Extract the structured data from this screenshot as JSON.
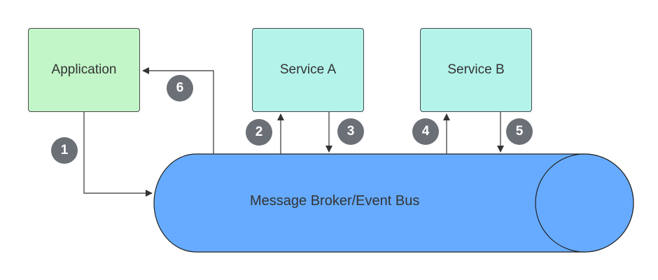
{
  "colors": {
    "application_fill": "#c2f5c8",
    "service_fill": "#b3f3ea",
    "broker_fill": "#66abff",
    "badge_fill": "#6b6f76",
    "line": "#333333"
  },
  "nodes": {
    "application": {
      "label": "Application"
    },
    "service_a": {
      "label": "Service A"
    },
    "service_b": {
      "label": "Service B"
    },
    "broker": {
      "label": "Message Broker/Event Bus"
    }
  },
  "steps": [
    {
      "label": "1"
    },
    {
      "label": "2"
    },
    {
      "label": "3"
    },
    {
      "label": "4"
    },
    {
      "label": "5"
    },
    {
      "label": "6"
    }
  ]
}
